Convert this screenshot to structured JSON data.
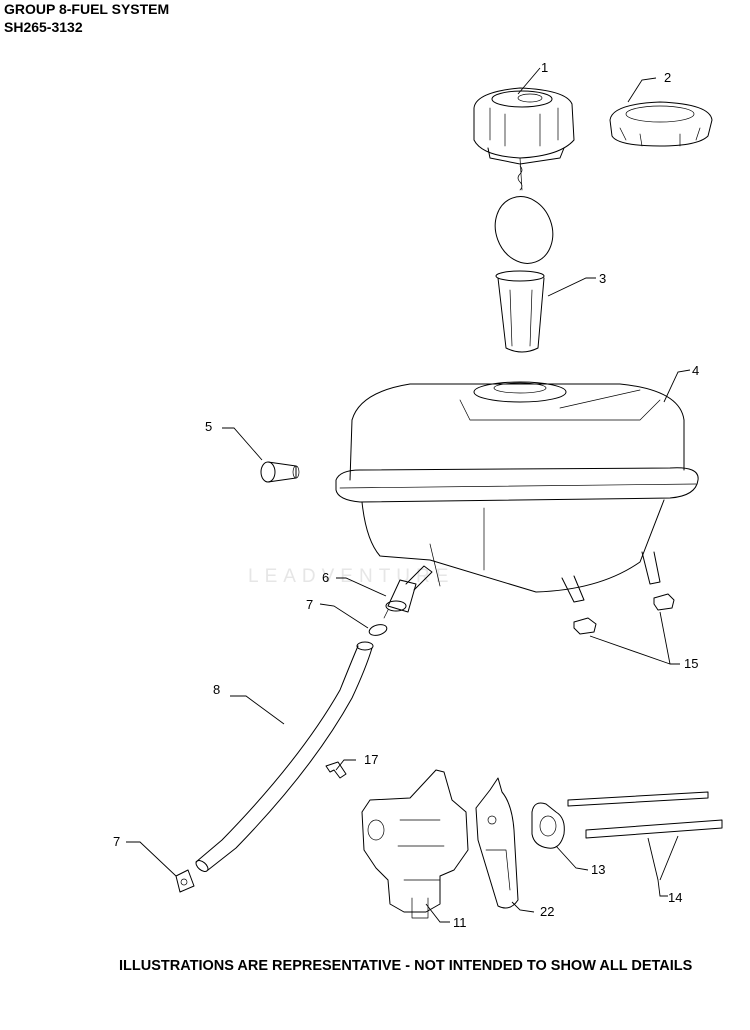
{
  "header": {
    "title": "GROUP 8-FUEL SYSTEM",
    "model": "SH265-3132"
  },
  "footer": {
    "note": "ILLUSTRATIONS ARE REPRESENTATIVE - NOT INTENDED TO SHOW ALL DETAILS"
  },
  "watermark": {
    "text": "LEADVENTURE"
  },
  "callouts": {
    "c1": "1",
    "c2": "2",
    "c3": "3",
    "c4": "4",
    "c5": "5",
    "c6": "6",
    "c7a": "7",
    "c7b": "7",
    "c8": "8",
    "c11": "11",
    "c13": "13",
    "c14": "14",
    "c15": "15",
    "c17": "17",
    "c22": "22"
  }
}
